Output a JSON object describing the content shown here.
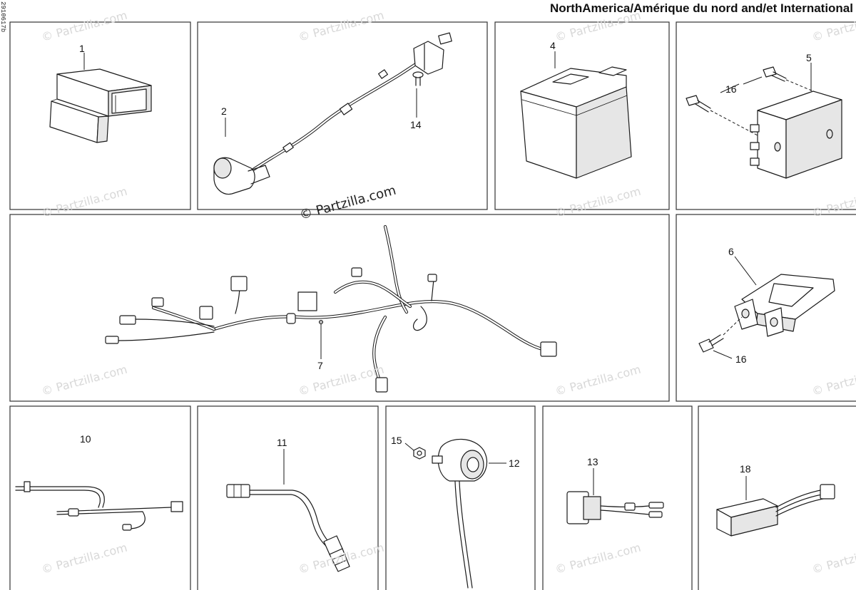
{
  "header": {
    "title": "NorthAmerica/Amérique du nord and/et International",
    "drawing_ref": "2910617b"
  },
  "watermark": {
    "main": "© Partzilla.com",
    "repeat": "© Partzilla.com"
  },
  "callouts": {
    "c1": "1",
    "c2": "2",
    "c4": "4",
    "c5": "5",
    "c6": "6",
    "c7": "7",
    "c10": "10",
    "c11": "11",
    "c12": "12",
    "c13": "13",
    "c14": "14",
    "c15": "15",
    "c16a": "16",
    "c16b": "16",
    "c18": "18"
  }
}
